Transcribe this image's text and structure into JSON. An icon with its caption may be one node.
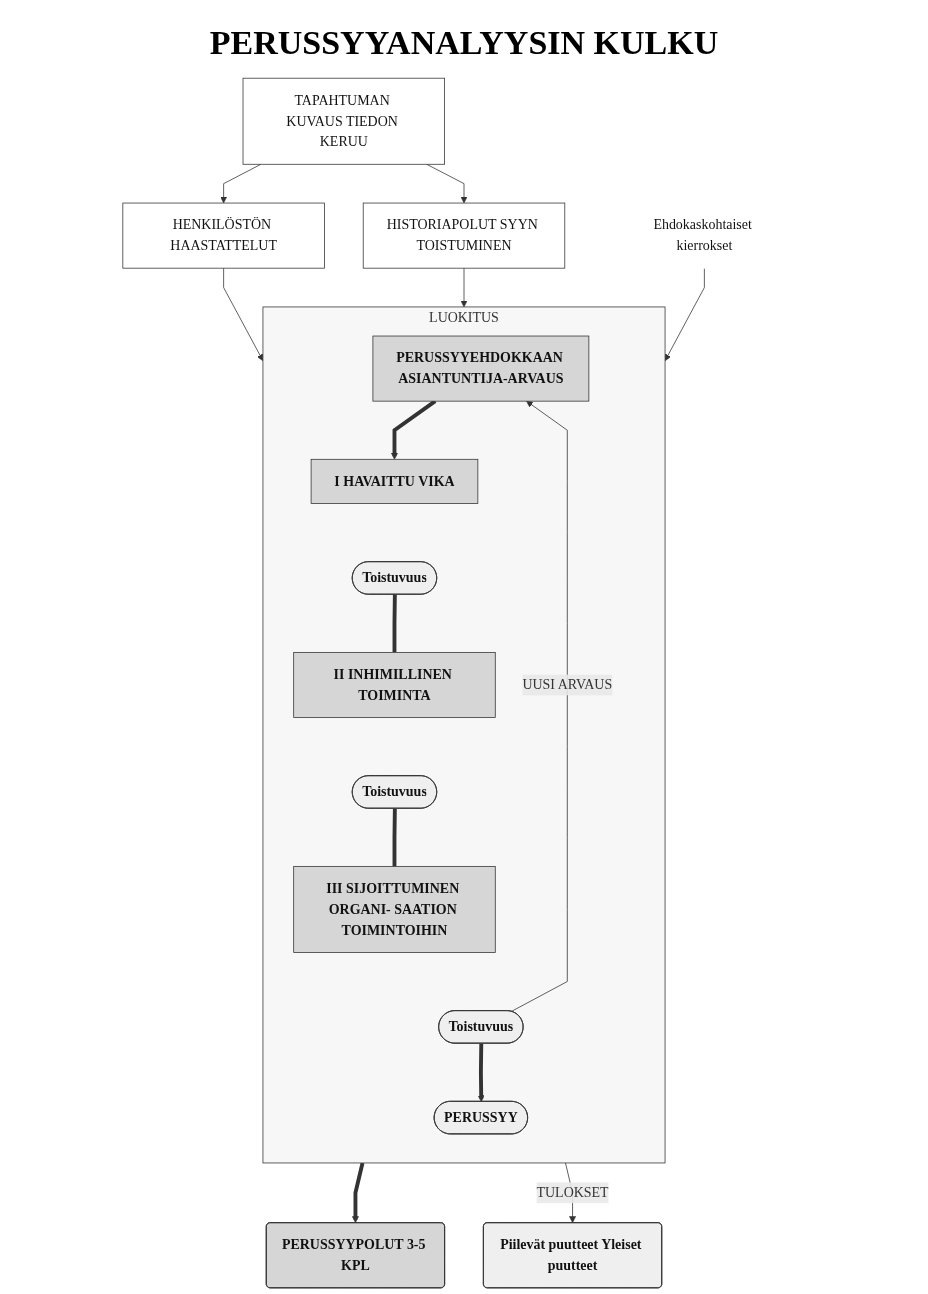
{
  "diagram": {
    "title": "PERUSSYYANALYYSIN KULKU",
    "nodes": [
      {
        "text": [
          "TAPAHTUMAN KUVAUS TIEDON KERUU"
        ]
      },
      {
        "text": [
          "HENKILÖSTÖN HAASTATTELUT"
        ]
      },
      {
        "text": [
          "HISTORIAPOLUT SYYN TOISTUMINEN"
        ]
      },
      {
        "text": [
          "Ehdokaskohtaiset kierrokset"
        ]
      },
      {
        "text": [
          "LUOKITUS"
        ]
      },
      {
        "text": [
          "PERUSSYYEHDOKKAAN ASIANTUNTIJA-ARVAUS"
        ],
        "in": 4
      },
      {
        "text": [
          "I HAVAITTU VIKA"
        ],
        "in": 4
      },
      {
        "text": [
          "Toistuvuus"
        ],
        "in": 4
      },
      {
        "text": [
          "II INHIMILLINEN TOIMINTA"
        ],
        "in": 4
      },
      {
        "text": [
          "Toistuvuus"
        ],
        "in": 4
      },
      {
        "text": [
          "III SIJOITTUMINEN ORGANI- SAATION TOIMINTOIHIN"
        ],
        "in": 4
      },
      {
        "text": [
          "Toistuvuus"
        ],
        "in": 4
      },
      {
        "text": [
          "PERUSSYY"
        ],
        "in": 4
      },
      {
        "text": [
          "PERUSSYYPOLUT 3-5 KPL"
        ]
      },
      {
        "text": [
          "Piilevät puutteet Yleiset puutteet"
        ]
      }
    ],
    "edges": [
      {
        "from": 0,
        "to": 1,
        "arrow": "to"
      },
      {
        "from": 0,
        "to": 2,
        "arrow": "to"
      },
      {
        "from": 1,
        "to": 4,
        "arrow": "to"
      },
      {
        "from": 2,
        "to": 4,
        "arrow": "to"
      },
      {
        "from": 3,
        "to": 4,
        "arrow": "to"
      },
      {
        "from": 5,
        "to": 6,
        "arrow": "to",
        "style": "thick"
      },
      {
        "from": 7,
        "to": 8,
        "arrow": "none",
        "style": "thick"
      },
      {
        "from": 9,
        "to": 10,
        "arrow": "none",
        "style": "thick"
      },
      {
        "from": 11,
        "to": 12,
        "arrow": "to",
        "style": "thick"
      },
      {
        "from": 11,
        "to": 5,
        "arrow": "to",
        "label": "UUSI ARVAUS"
      },
      {
        "from": 4,
        "to": 13,
        "arrow": "to",
        "style": "thick"
      },
      {
        "from": 4,
        "to": 14,
        "arrow": "to",
        "label": "TULOKSET"
      }
    ]
  }
}
